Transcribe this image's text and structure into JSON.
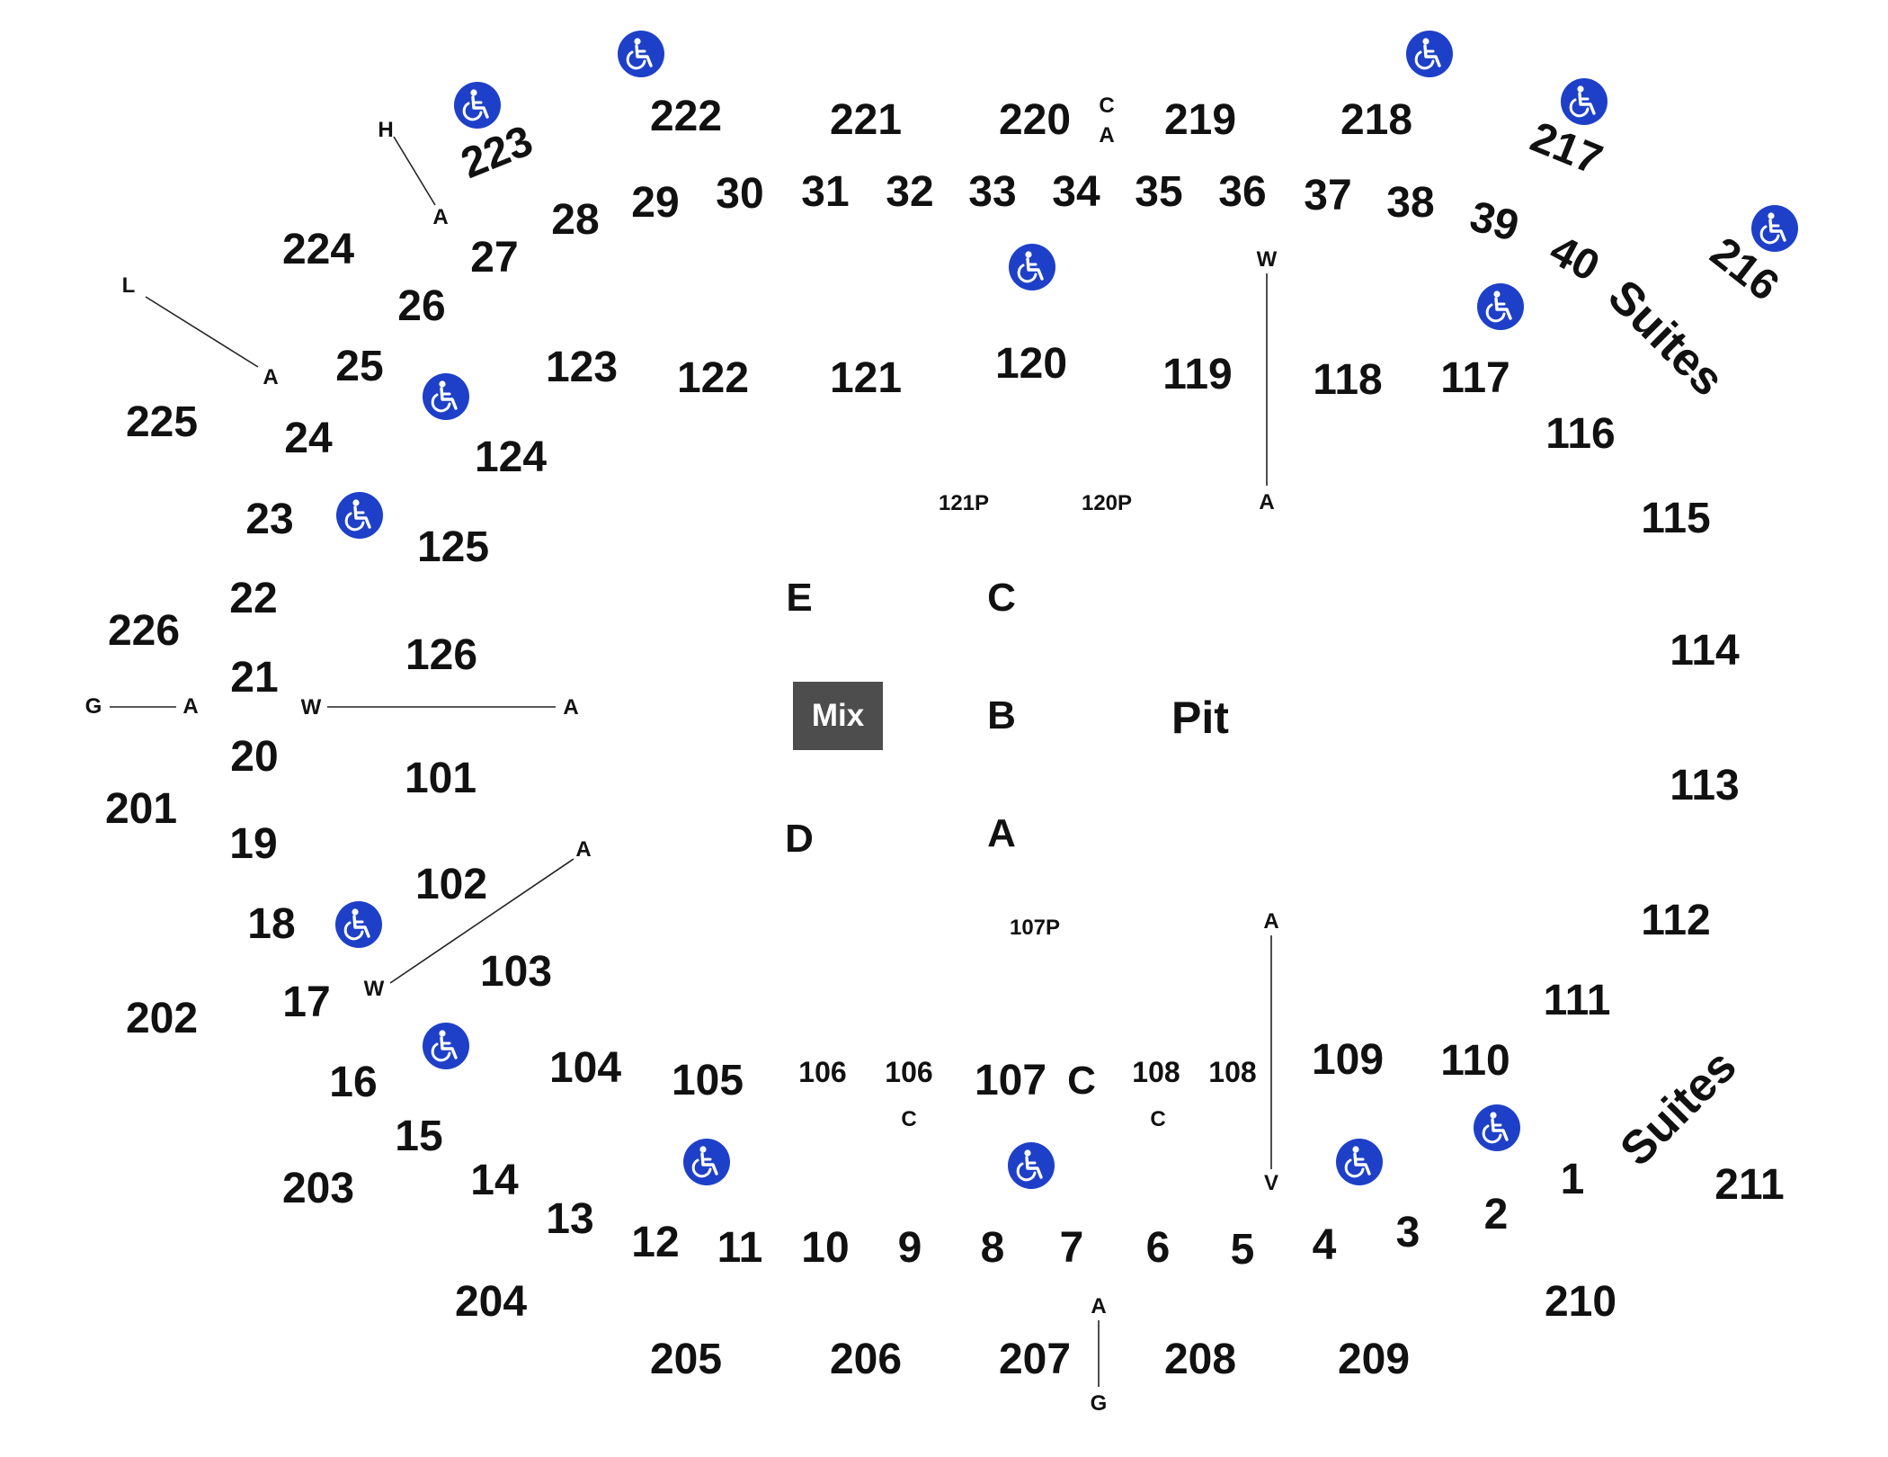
{
  "venue_map": {
    "upper_sections": {
      "s201": "201",
      "s202": "202",
      "s203": "203",
      "s204": "204",
      "s205": "205",
      "s206": "206",
      "s207": "207",
      "s208": "208",
      "s209": "209",
      "s210": "210",
      "s211": "211",
      "s216": "216",
      "s217": "217",
      "s218": "218",
      "s219": "219",
      "s220": "220",
      "s221": "221",
      "s222": "222",
      "s223": "223",
      "s224": "224",
      "s225": "225",
      "s226": "226"
    },
    "lower_sections": {
      "s101": "101",
      "s102": "102",
      "s103": "103",
      "s104": "104",
      "s105": "105",
      "s106a": "106",
      "s106b": "106",
      "s107": "107",
      "s108a": "108",
      "s108b": "108",
      "s109": "109",
      "s110": "110",
      "s111": "111",
      "s112": "112",
      "s113": "113",
      "s114": "114",
      "s115": "115",
      "s116": "116",
      "s117": "117",
      "s118": "118",
      "s119": "119",
      "s120": "120",
      "s121": "121",
      "s122": "122",
      "s123": "123",
      "s124": "124",
      "s125": "125",
      "s126": "126",
      "p121": "121P",
      "p120": "120P",
      "p107": "107P"
    },
    "suites": {
      "n1": "1",
      "n2": "2",
      "n3": "3",
      "n4": "4",
      "n5": "5",
      "n6": "6",
      "n7": "7",
      "n8": "8",
      "n9": "9",
      "n10": "10",
      "n11": "11",
      "n12": "12",
      "n13": "13",
      "n14": "14",
      "n15": "15",
      "n16": "16",
      "n17": "17",
      "n18": "18",
      "n19": "19",
      "n20": "20",
      "n21": "21",
      "n22": "22",
      "n23": "23",
      "n24": "24",
      "n25": "25",
      "n26": "26",
      "n27": "27",
      "n28": "28",
      "n29": "29",
      "n30": "30",
      "n31": "31",
      "n32": "32",
      "n33": "33",
      "n34": "34",
      "n35": "35",
      "n36": "36",
      "n37": "37",
      "n38": "38",
      "n39": "39",
      "n40": "40",
      "label_top": "Suites",
      "label_bottom": "Suites"
    },
    "floor": {
      "e": "E",
      "d": "D",
      "c_top": "C",
      "b": "B",
      "a": "A",
      "c_107": "C",
      "mix": "Mix",
      "pit": "Pit"
    },
    "row_markers": {
      "h": "H",
      "a_223": "A",
      "l": "L",
      "a_25": "A",
      "g_left": "G",
      "a_left": "A",
      "w_left": "W",
      "a_126": "A",
      "a_102": "A",
      "w_17": "W",
      "c_220": "C",
      "a_220": "A",
      "w_119": "W",
      "a_119": "A",
      "a_109": "A",
      "v_109": "V",
      "a_207": "A",
      "g_207": "G",
      "c_106": "C",
      "c_108": "C"
    },
    "accessibility_icon": "wheelchair-icon",
    "colors": {
      "accessible": "#1e40c8",
      "mix_box": "#4d4d4d",
      "text": "#111111"
    }
  }
}
